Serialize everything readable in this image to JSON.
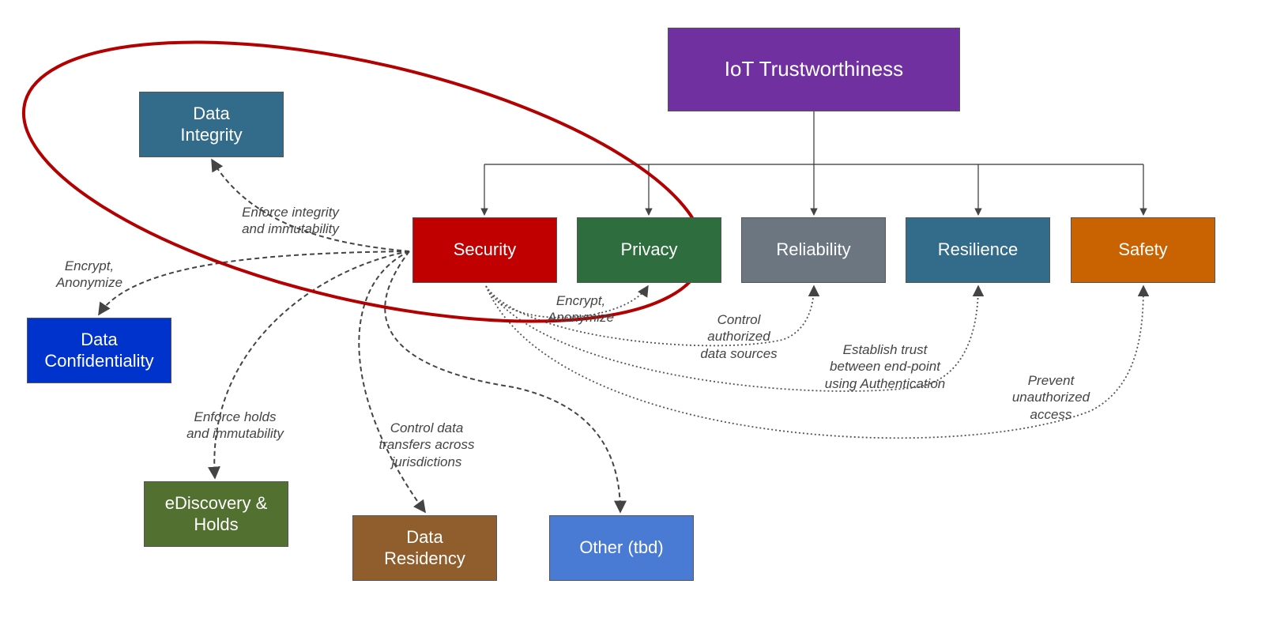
{
  "nodes": {
    "iot_trust": {
      "label": "IoT Trustworthiness",
      "color": "#7030a0"
    },
    "security": {
      "label": "Security",
      "color": "#c00000"
    },
    "privacy": {
      "label": "Privacy",
      "color": "#2e6e3e"
    },
    "reliability": {
      "label": "Reliability",
      "color": "#6b7681"
    },
    "resilience": {
      "label": "Resilience",
      "color": "#336b8a"
    },
    "safety": {
      "label": "Safety",
      "color": "#c96302"
    },
    "data_integrity": {
      "label": "Data\nIntegrity",
      "color": "#336b8a"
    },
    "data_confidentiality": {
      "label": "Data\nConfidentiality",
      "color": "#0033cc"
    },
    "ediscovery": {
      "label": "eDiscovery &\nHolds",
      "color": "#527030"
    },
    "data_residency": {
      "label": "Data\nResidency",
      "color": "#8f5e2c"
    },
    "other": {
      "label": "Other (tbd)",
      "color": "#4a7bd4"
    }
  },
  "edge_labels": {
    "integrity": "Enforce integrity\nand immutability",
    "confidentiality": "Encrypt,\nAnonymize",
    "holds": "Enforce holds\nand immutability",
    "residency": "Control data\ntransfers across\njurisdictions",
    "privacy": "Encrypt,\nAnonymize",
    "reliability": "Control\nauthorized\ndata sources",
    "resilience": "Establish trust\nbetween end-point\nusing Authentication",
    "safety": "Prevent\nunauthorized\naccess"
  },
  "colors": {
    "highlight_ellipse": "#b30000",
    "tree_line": "#333333",
    "dashed_edge": "#444444",
    "dotted_edge": "#555555"
  }
}
